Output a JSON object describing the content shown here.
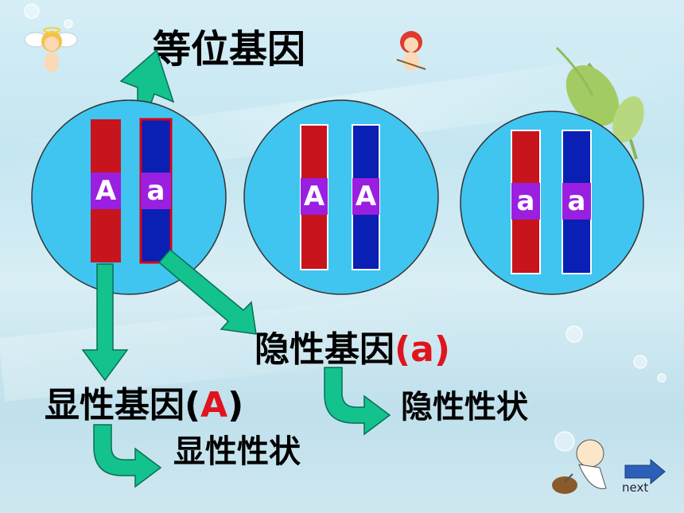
{
  "title": "等位基因",
  "cells": [
    {
      "left": "A",
      "right": "a"
    },
    {
      "left": "A",
      "right": "A"
    },
    {
      "left": "a",
      "right": "a"
    }
  ],
  "labels": {
    "dominant_gene": "显性基因",
    "dominant_symbol": "(A)",
    "recessive_gene": "隐性基因",
    "recessive_symbol": "(a)",
    "dominant_trait": "显性性状",
    "recessive_trait": "隐性性状"
  },
  "nav": {
    "next": "next"
  },
  "colors": {
    "cell_fill": "#3fc5f0",
    "chromosome_red": "#c8141c",
    "chromosome_blue": "#0a1fb4",
    "gene_band": "#9b1fe0",
    "arrow_fill": "#13c28d",
    "highlight_red": "#e0141e"
  },
  "icons": [
    "angel-icon",
    "cupid-icon",
    "monk-icon",
    "next-arrow-icon"
  ]
}
